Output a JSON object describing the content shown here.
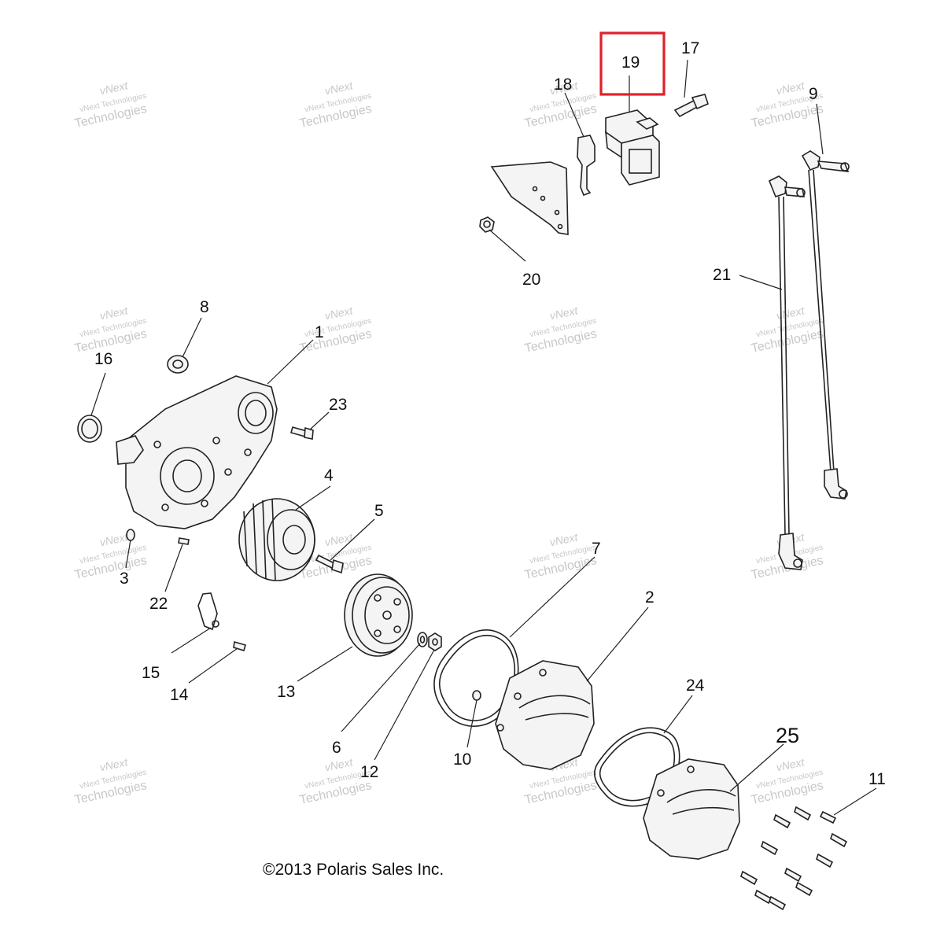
{
  "diagram": {
    "callouts": [
      {
        "id": "1",
        "label": "1"
      },
      {
        "id": "2",
        "label": "2"
      },
      {
        "id": "3",
        "label": "3"
      },
      {
        "id": "4",
        "label": "4"
      },
      {
        "id": "5",
        "label": "5"
      },
      {
        "id": "6",
        "label": "6"
      },
      {
        "id": "7",
        "label": "7"
      },
      {
        "id": "8",
        "label": "8"
      },
      {
        "id": "9",
        "label": "9"
      },
      {
        "id": "10",
        "label": "10"
      },
      {
        "id": "11",
        "label": "11"
      },
      {
        "id": "12",
        "label": "12"
      },
      {
        "id": "13",
        "label": "13"
      },
      {
        "id": "14",
        "label": "14"
      },
      {
        "id": "15",
        "label": "15"
      },
      {
        "id": "16",
        "label": "16"
      },
      {
        "id": "17",
        "label": "17"
      },
      {
        "id": "18",
        "label": "18"
      },
      {
        "id": "19",
        "label": "19"
      },
      {
        "id": "20",
        "label": "20"
      },
      {
        "id": "21",
        "label": "21"
      },
      {
        "id": "22",
        "label": "22"
      },
      {
        "id": "23",
        "label": "23"
      },
      {
        "id": "24",
        "label": "24"
      },
      {
        "id": "25",
        "label": "25"
      }
    ],
    "highlighted": "19",
    "highlight_color": "#e0202a",
    "copyright": "©2013 Polaris Sales Inc.",
    "watermark": {
      "line1": "vNext Technologies",
      "line2": "Technologies",
      "brand": "vNext"
    }
  }
}
